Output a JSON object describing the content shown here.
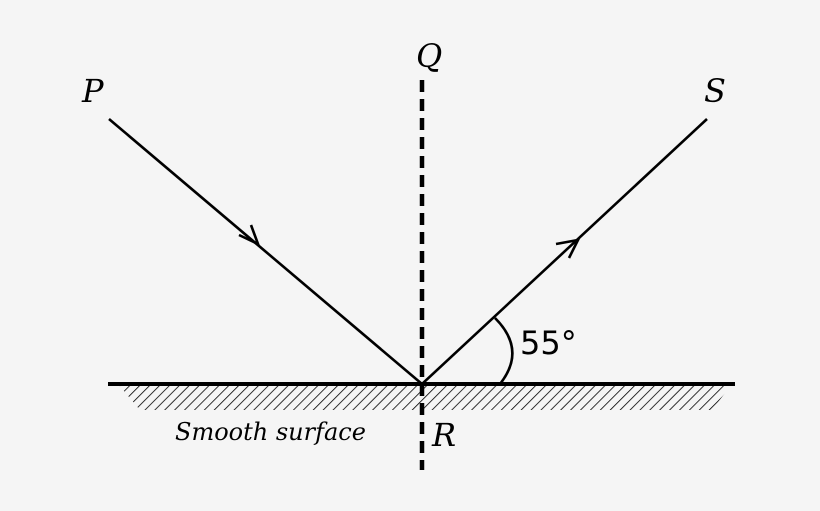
{
  "labels": {
    "point_p": "P",
    "point_q": "Q",
    "point_r": "R",
    "point_s": "S",
    "surface": "Smooth surface"
  },
  "angle": {
    "value_text": "55°",
    "degrees": 55
  },
  "colors": {
    "background": "#f5f5f5",
    "ink": "#000000"
  }
}
